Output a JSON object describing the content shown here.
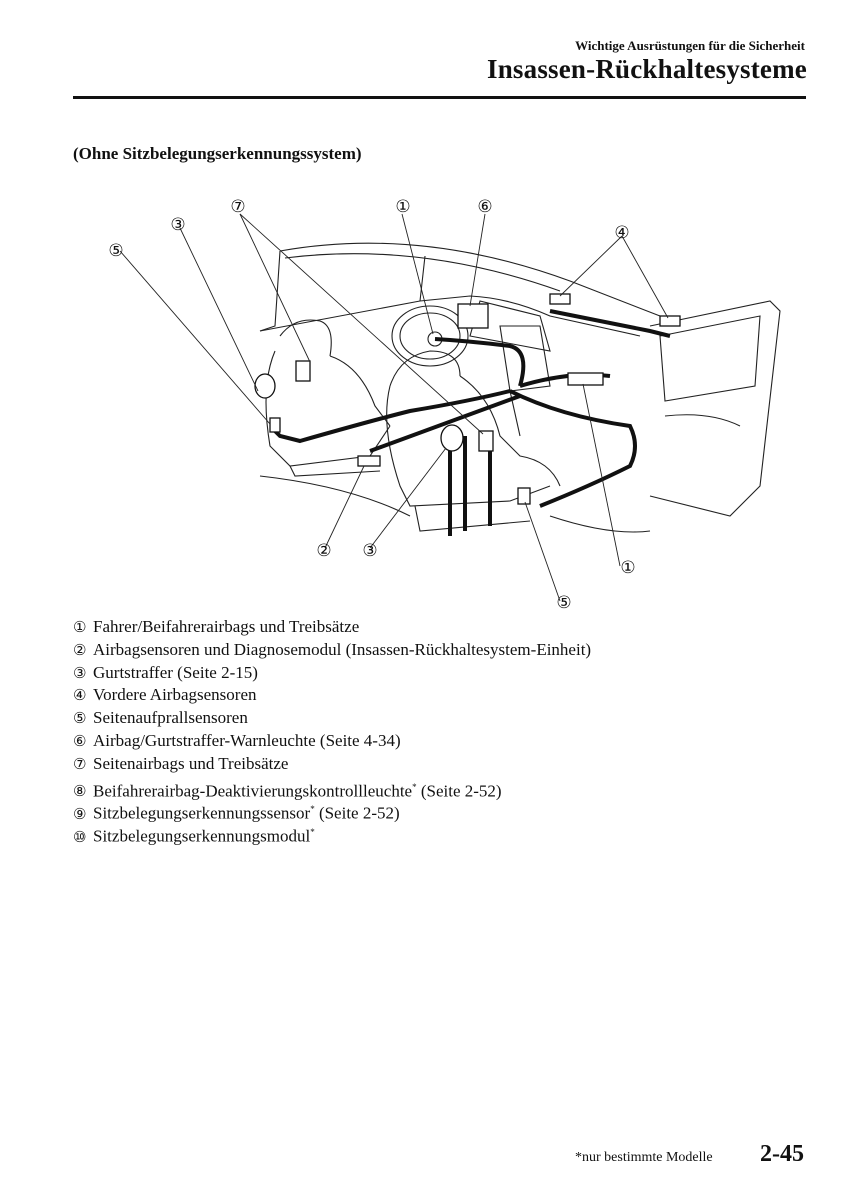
{
  "header": {
    "section": "Wichtige Ausrüstungen für die Sicherheit",
    "title": "Insassen-Rückhaltesysteme"
  },
  "subtitle": "(Ohne Sitzbelegungserkennungssystem)",
  "diagram": {
    "callouts": [
      "①",
      "②",
      "③",
      "④",
      "⑤",
      "⑥",
      "⑦"
    ]
  },
  "legend": [
    {
      "num": "①",
      "text": "Fahrer/Beifahrerairbags und Treibsätze",
      "star": "",
      "ref": ""
    },
    {
      "num": "②",
      "text": "Airbagsensoren und Diagnosemodul (Insassen-Rückhaltesystem-Einheit)",
      "star": "",
      "ref": ""
    },
    {
      "num": "③",
      "text": "Gurtstraffer (Seite 2-15)",
      "star": "",
      "ref": ""
    },
    {
      "num": "④",
      "text": "Vordere Airbagsensoren",
      "star": "",
      "ref": ""
    },
    {
      "num": "⑤",
      "text": "Seitenaufprallsensoren",
      "star": "",
      "ref": ""
    },
    {
      "num": "⑥",
      "text": "Airbag/Gurtstraffer-Warnleuchte (Seite 4-34)",
      "star": "",
      "ref": ""
    },
    {
      "num": "⑦",
      "text": "Seitenairbags und Treibsätze",
      "star": "",
      "ref": ""
    },
    {
      "num": "⑧",
      "text": "Beifahrerairbag-Deaktivierungskontrollleuchte",
      "star": "*",
      "ref": " (Seite 2-52)"
    },
    {
      "num": "⑨",
      "text": "Sitzbelegungserkennungssensor",
      "star": "*",
      "ref": " (Seite 2-52)"
    },
    {
      "num": "⑩",
      "text": "Sitzbelegungserkennungsmodul",
      "star": "*",
      "ref": ""
    }
  ],
  "footer": {
    "footnote": "*nur bestimmte Modelle",
    "page_number": "2-45"
  }
}
